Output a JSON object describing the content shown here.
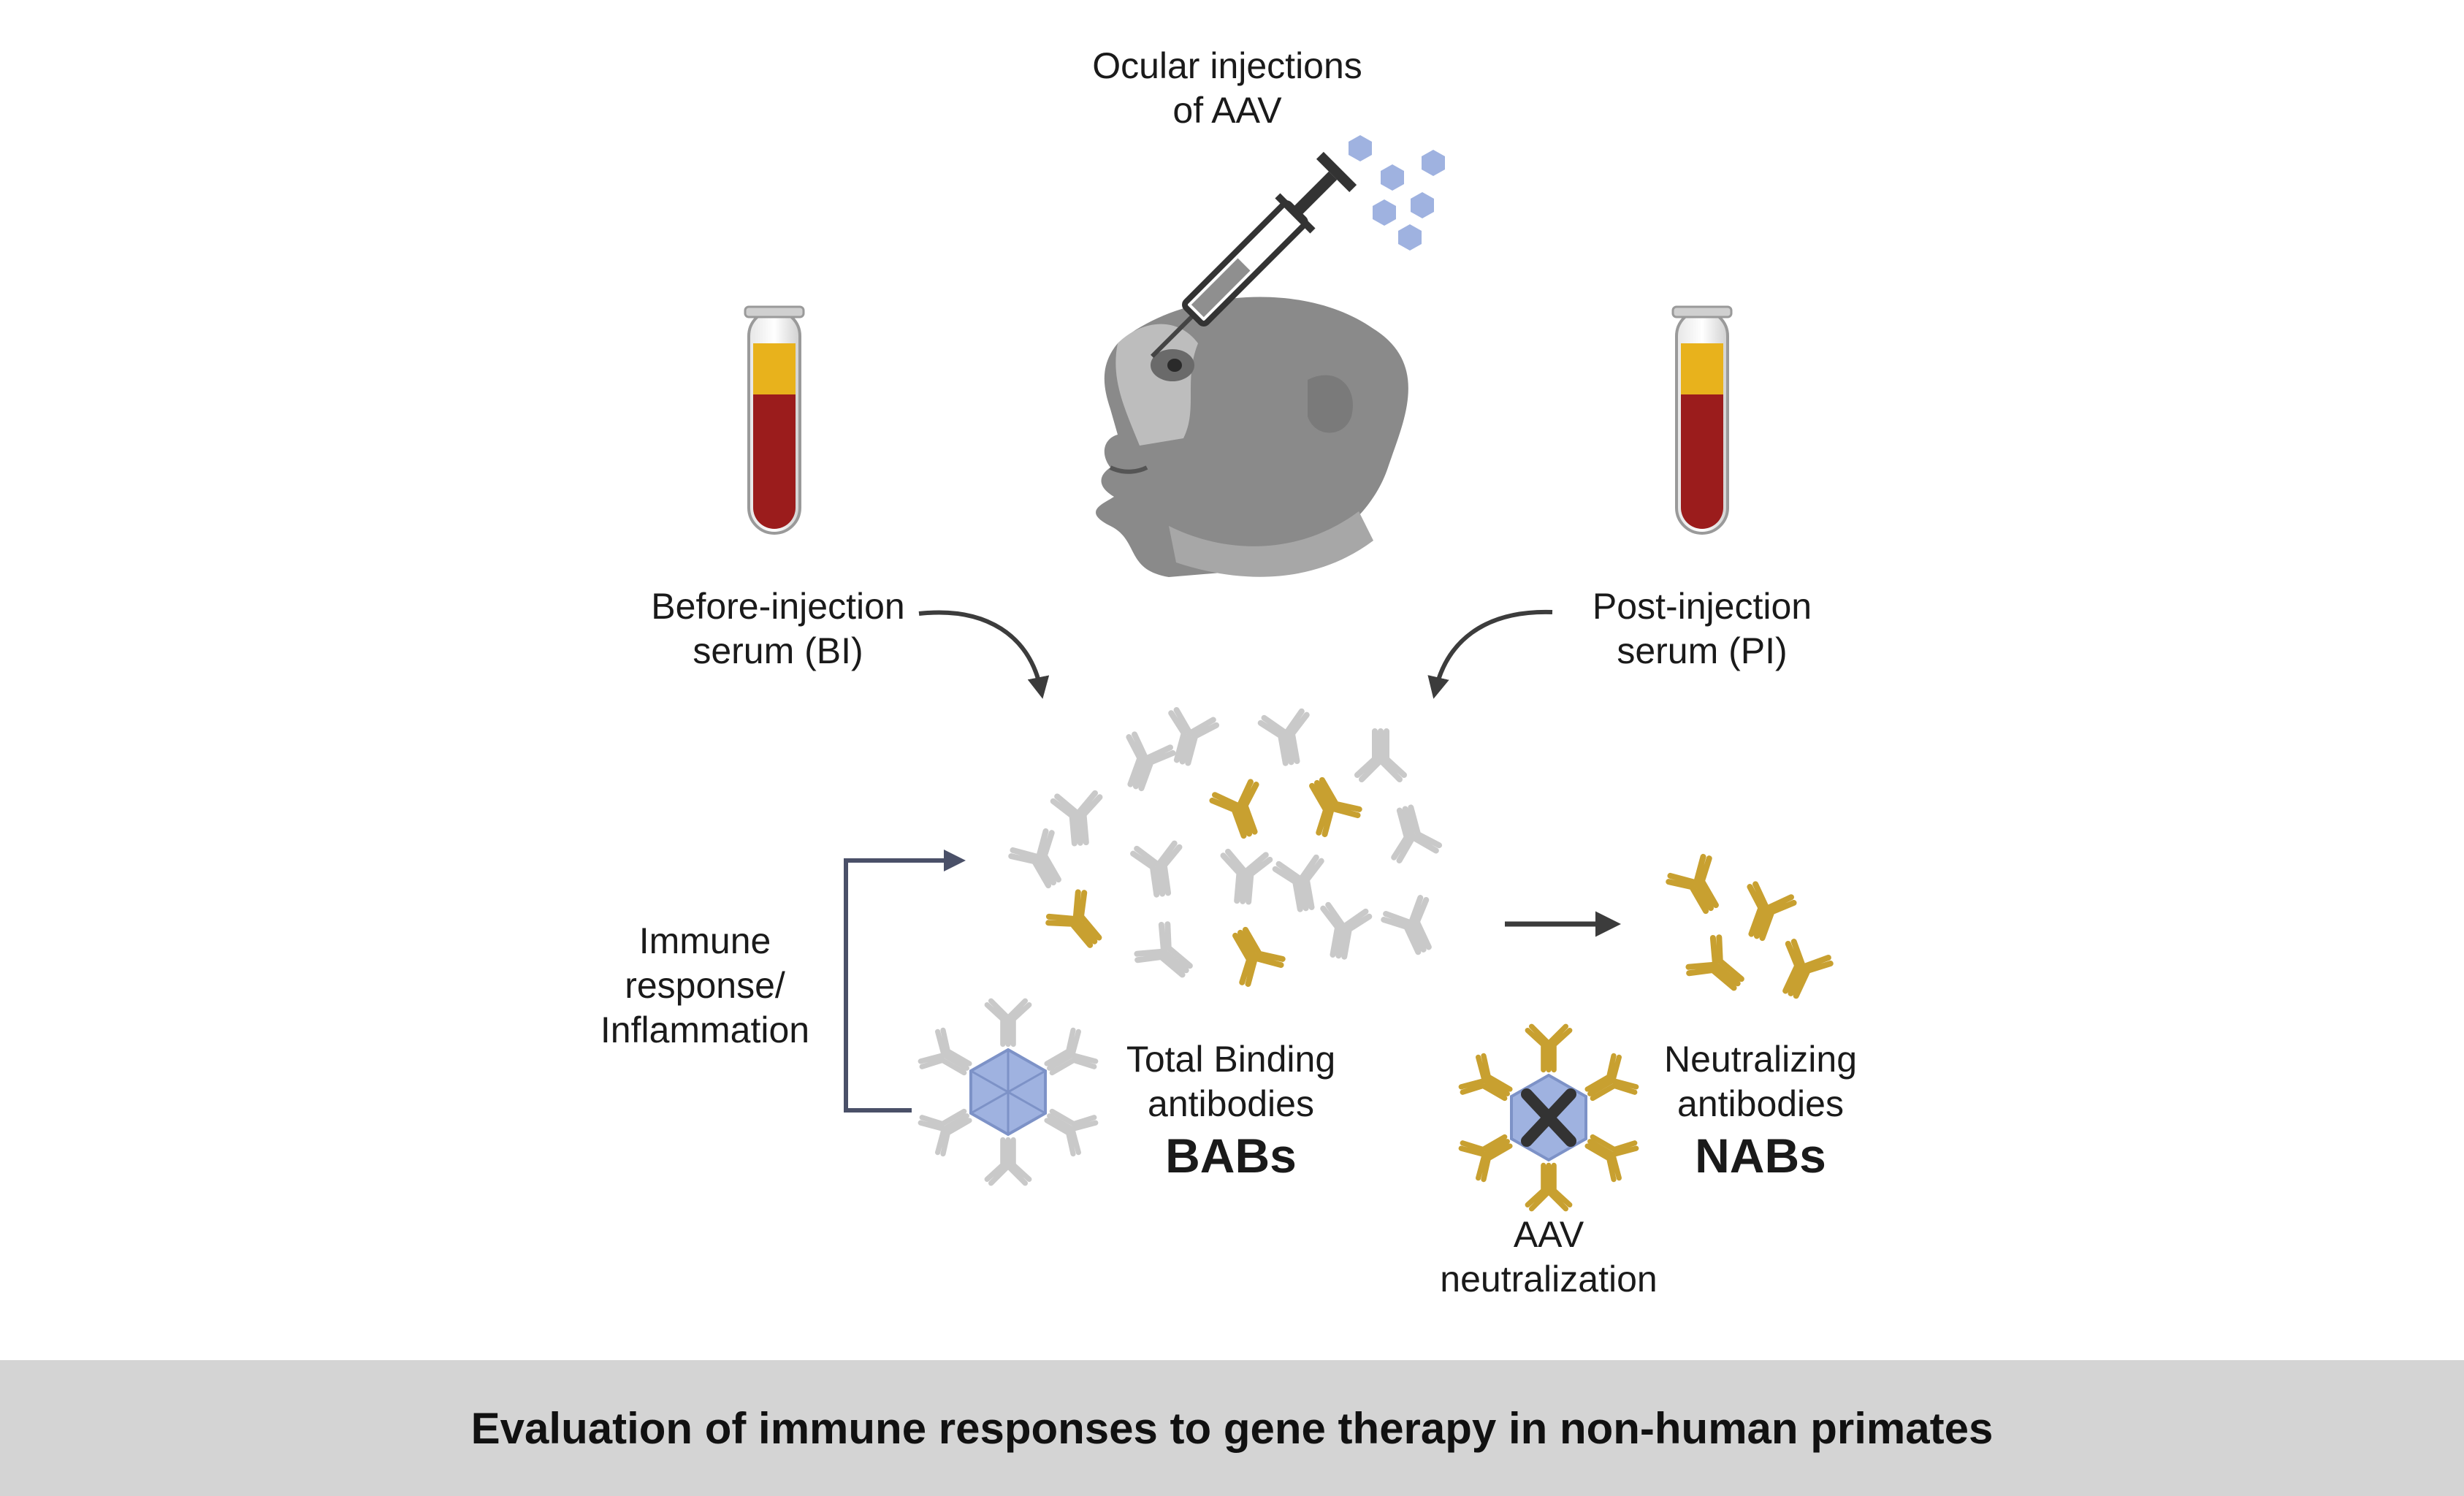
{
  "labels": {
    "injection_line1": "Ocular injections",
    "injection_line2": "of AAV",
    "before_line1": "Before-injection",
    "before_line2": "serum (BI)",
    "post_line1": "Post-injection",
    "post_line2": "serum (PI)",
    "immune_line1": "Immune",
    "immune_line2": "response/",
    "immune_line3": "Inflammation",
    "total_line1": "Total Binding",
    "total_line2": "antibodies",
    "total_abbr": "BABs",
    "neutral_line1": "Neutralizing",
    "neutral_line2": "antibodies",
    "neutral_abbr": "NABs",
    "aav_line1": "AAV",
    "aav_line2": "neutralization"
  },
  "footer": {
    "caption": "Evaluation of  immune responses to gene therapy in non-human primates"
  },
  "colors": {
    "antibody_binding": "#c9c9c9",
    "antibody_neutralizing": "#c8a030",
    "virus": "#9fb2e0",
    "blood": "#9b1c1c",
    "serum": "#e8b21c",
    "arrow": "#3c3c3c",
    "bracket": "#4a5068",
    "footer_bg": "#d4d4d4"
  }
}
